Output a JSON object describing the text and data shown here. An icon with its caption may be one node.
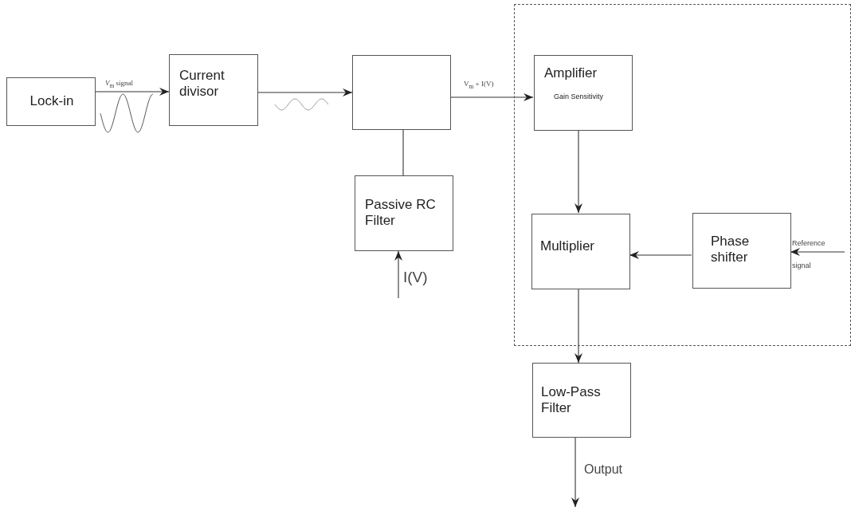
{
  "diagram": {
    "nodes": [
      {
        "text": [
          "Lock-in"
        ]
      },
      {
        "text": [
          "Current divisor"
        ]
      },
      {
        "text": [],
        "shape": "box"
      },
      {
        "text": [
          "Passive RC Filter"
        ]
      },
      {
        "text": [],
        "shape": "box"
      },
      {
        "text": [
          "Amplifier",
          "Gain Sensitivity"
        ],
        "in": 4
      },
      {
        "text": [
          "Multiplier"
        ],
        "in": 4
      },
      {
        "text": [
          "Phase shifter"
        ],
        "in": 4
      },
      {
        "text": [
          "Low-Pass Filter"
        ]
      }
    ],
    "edges": [
      {
        "from": 0,
        "to": 1,
        "arrow": "to",
        "label": "*V*$_{m}$ signal"
      },
      {
        "from": 1,
        "to": 2,
        "arrow": "to"
      },
      {
        "from": 2,
        "to": 5,
        "arrow": "to",
        "label": "V$_{m}$ + I(V)"
      },
      {
        "from": 2,
        "to": 3,
        "arrow": "none"
      },
      {
        "from": null,
        "to": 3,
        "arrow": "to",
        "label": "I(V)"
      },
      {
        "from": 5,
        "to": 6,
        "arrow": "to"
      },
      {
        "from": 7,
        "to": 6,
        "arrow": "to"
      },
      {
        "from": null,
        "to": 7,
        "arrow": "to",
        "label": "Reference signal"
      },
      {
        "from": 6,
        "to": 8,
        "arrow": "to"
      },
      {
        "from": 8,
        "to": null,
        "arrow": "to",
        "label": "Output"
      }
    ]
  }
}
